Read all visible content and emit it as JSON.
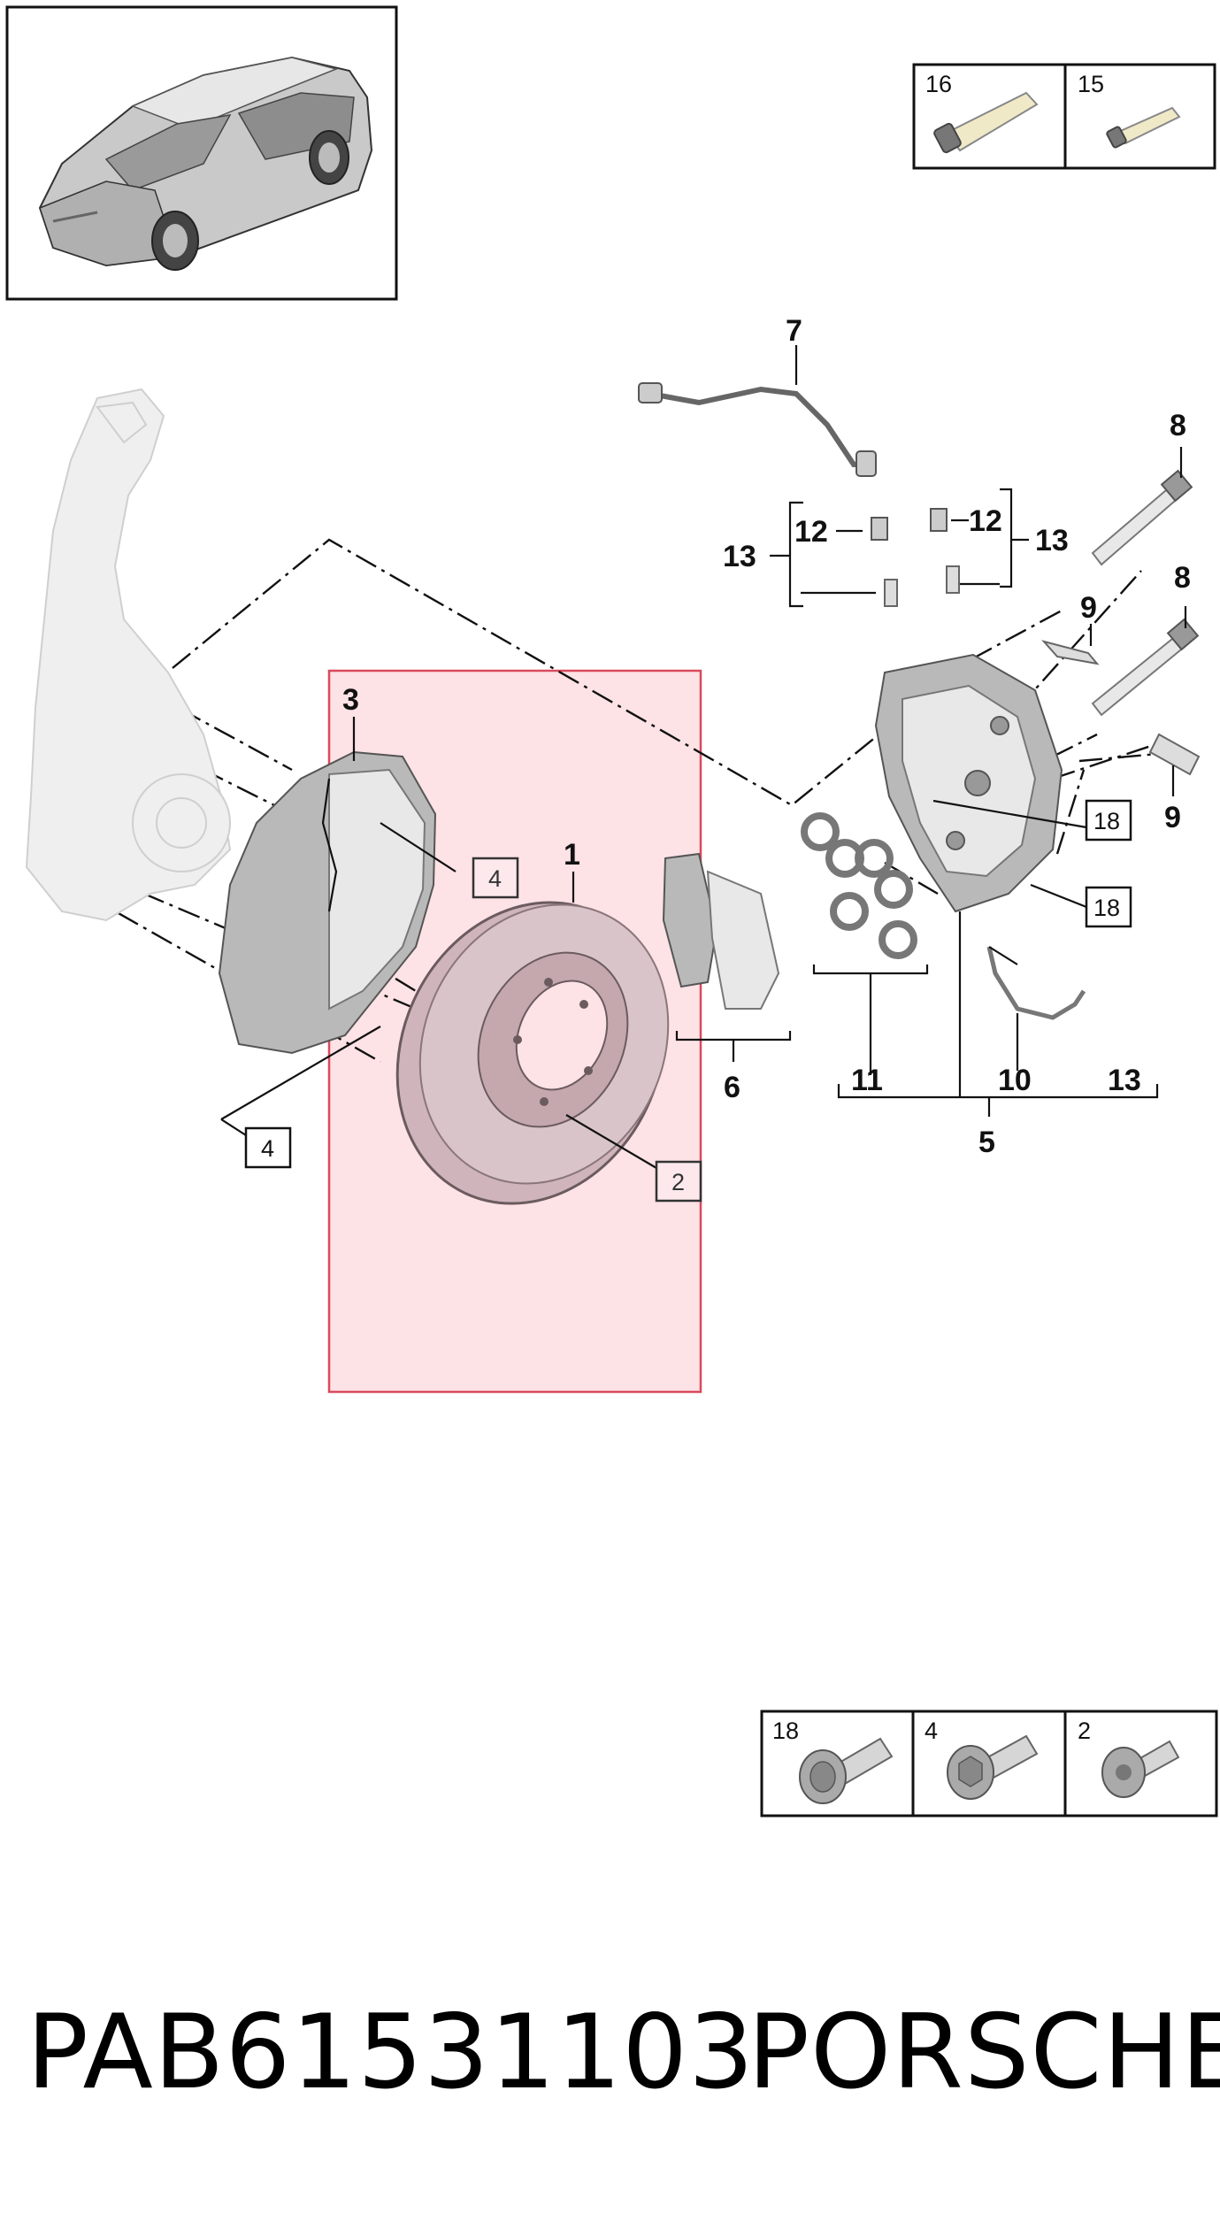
{
  "diagram": {
    "callouts": {
      "c1": "1",
      "c3": "3",
      "c5": "5",
      "c6": "6",
      "c7": "7",
      "c8a": "8",
      "c8b": "8",
      "c9a": "9",
      "c9b": "9",
      "c10": "10",
      "c11": "11",
      "c12a": "12",
      "c12b": "12",
      "c13a": "13",
      "c13b": "13",
      "c13c": "13"
    },
    "boxed_refs": {
      "b4a": "4",
      "b4b": "4",
      "b2": "2",
      "b18a": "18",
      "b18b": "18"
    },
    "legend_top": [
      {
        "number": "16",
        "icon": "large-grease-tube-icon"
      },
      {
        "number": "15",
        "icon": "small-grease-tube-icon"
      }
    ],
    "legend_bottom": [
      {
        "number": "18",
        "icon": "twelve-point-bolt-icon"
      },
      {
        "number": "4",
        "icon": "hex-flange-bolt-icon"
      },
      {
        "number": "2",
        "icon": "torx-countersunk-screw-icon"
      }
    ],
    "highlight_color": "#fde2e6",
    "highlight_border": "#d94a5c"
  },
  "footer": {
    "part_number": "PAB61531103",
    "brand": "PORSCHE"
  }
}
